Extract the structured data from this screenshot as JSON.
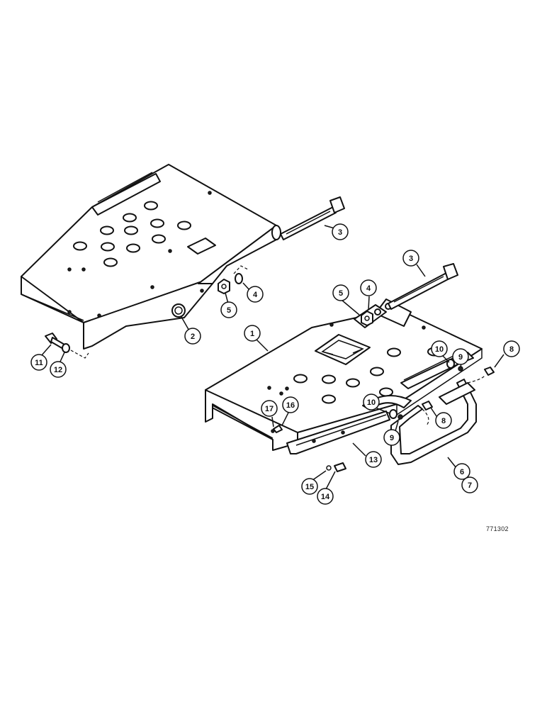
{
  "callouts": [
    {
      "id": "c3a",
      "label": "3"
    },
    {
      "id": "c4a",
      "label": "4"
    },
    {
      "id": "c5a",
      "label": "5"
    },
    {
      "id": "c2",
      "label": "2"
    },
    {
      "id": "c11",
      "label": "11"
    },
    {
      "id": "c12",
      "label": "12"
    },
    {
      "id": "c3b",
      "label": "3"
    },
    {
      "id": "c5b",
      "label": "5"
    },
    {
      "id": "c4b",
      "label": "4"
    },
    {
      "id": "c1",
      "label": "1"
    },
    {
      "id": "c10a",
      "label": "10"
    },
    {
      "id": "c9a",
      "label": "9"
    },
    {
      "id": "c8a",
      "label": "8"
    },
    {
      "id": "c10b",
      "label": "10"
    },
    {
      "id": "c8b",
      "label": "8"
    },
    {
      "id": "c9b",
      "label": "9"
    },
    {
      "id": "c17",
      "label": "17"
    },
    {
      "id": "c16",
      "label": "16"
    },
    {
      "id": "c13",
      "label": "13"
    },
    {
      "id": "c6",
      "label": "6"
    },
    {
      "id": "c7",
      "label": "7"
    },
    {
      "id": "c15",
      "label": "15"
    },
    {
      "id": "c14",
      "label": "14"
    }
  ],
  "reference_code": "771302"
}
